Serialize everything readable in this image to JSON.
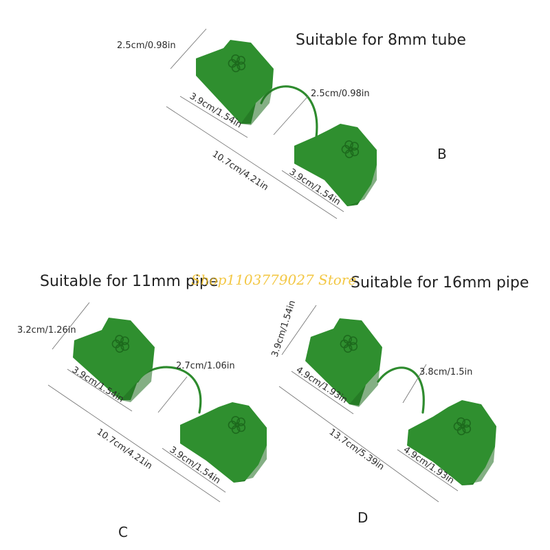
{
  "colors": {
    "clip_green": "#2f8f2f",
    "text": "#222222",
    "watermark": "#f2c230"
  },
  "watermark": "Shop1103779027 Store",
  "products": [
    {
      "id": "B",
      "title": "Suitable for 8mm tube",
      "label": "B",
      "dims": {
        "height": "2.5cm/0.98in",
        "left_width": "3.9cm/1.54in",
        "gap": "2.5cm/0.98in",
        "right_width": "3.9cm/1.54in",
        "total": "10.7cm/4.21in"
      }
    },
    {
      "id": "C",
      "title": "Suitable for 11mm pipe",
      "label": "C",
      "dims": {
        "height": "3.2cm/1.26in",
        "left_width": "3.9cm/1.54in",
        "gap": "2.7cm/1.06in",
        "right_width": "3.9cm/1.54in",
        "total": "10.7cm/4.21in"
      }
    },
    {
      "id": "D",
      "title": "Suitable for 16mm pipe",
      "label": "D",
      "dims": {
        "height": "3.9cm/1.54in",
        "left_width": "4.9cm/1.93in",
        "gap": "3.8cm/1.5in",
        "right_width": "4.9cm/1.93in",
        "total": "13.7cm/5.39in"
      }
    }
  ]
}
